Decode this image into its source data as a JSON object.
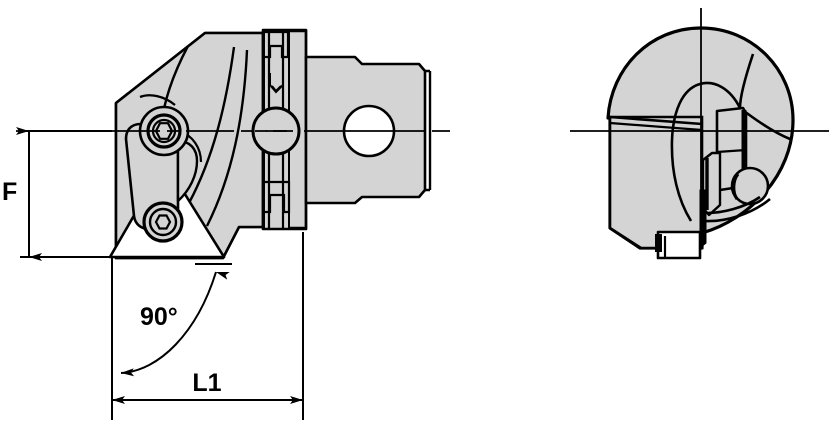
{
  "drawing": {
    "type": "engineering-drawing",
    "subject": "Indexable turning toolholder cutting unit with modular coupling shank",
    "views": [
      {
        "name": "side-view",
        "position": "left"
      },
      {
        "name": "end-view",
        "position": "right"
      }
    ],
    "background_color": "#ffffff",
    "line_color": "#000000",
    "body_fill_color": "#d4d4d4",
    "insert_fill_color": "#ffffff"
  },
  "dimensions": {
    "height_label": "F",
    "length_label": "L1",
    "angle_label": "90°"
  },
  "annotations": {
    "centerline_style": "dash-dot",
    "arrow_style": "filled-solid"
  }
}
